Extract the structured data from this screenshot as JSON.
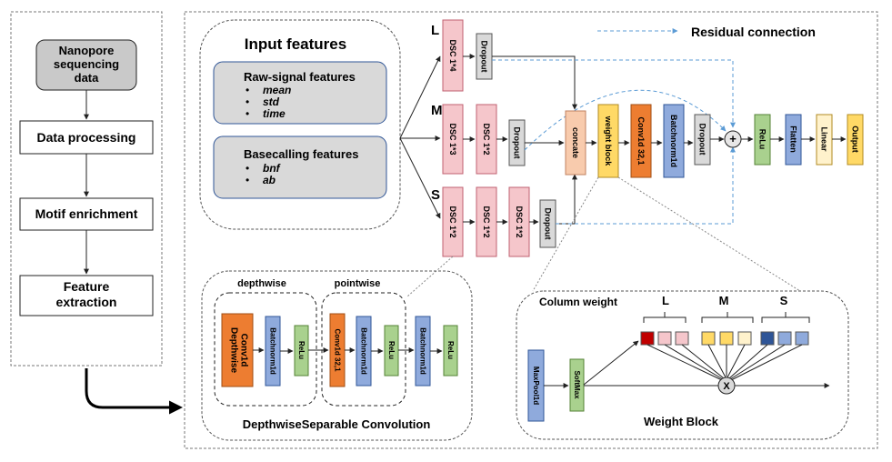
{
  "pipeline": {
    "nanopore": [
      "Nanopore",
      "sequencing",
      "data"
    ],
    "processing": "Data processing",
    "motif": "Motif enrichment",
    "feature": [
      "Feature",
      "extraction"
    ]
  },
  "input": {
    "title": "Input features",
    "raw_title": "Raw-signal features",
    "raw_items": [
      "mean",
      "std",
      "time"
    ],
    "base_title": "Basecalling features",
    "base_items": [
      "bnf",
      "ab"
    ]
  },
  "branches": {
    "L": "L",
    "M": "M",
    "S": "S",
    "dsc14": "DSC 1*4",
    "dsc13": "DSC 1*3",
    "dsc12": "DSC 1*2",
    "dropout": "Dropout"
  },
  "main": {
    "concate": "concate",
    "weight_block": "weight block",
    "conv": "Conv1d 32,1",
    "bn": "Batchnorm1d",
    "dropout": "Dropout",
    "plus": "+",
    "relu": "ReLu",
    "flatten": "Flatten",
    "linear": "Linear",
    "output": "Output"
  },
  "legend": {
    "residual": "Residual connection"
  },
  "dsc_detail": {
    "depthwise_label": "depthwise",
    "pointwise_label": "pointwise",
    "depthwise_conv": [
      "Depthwise",
      "Conv1d"
    ],
    "bn": "Batchnorm1d",
    "relu": "ReLu",
    "conv": "Conv1d 32,1",
    "title": "DepthwiseSeparable Convolution"
  },
  "weight_detail": {
    "column_weight": "Column weight",
    "L": "L",
    "M": "M",
    "S": "S",
    "maxpool": "MaxPool1d",
    "softmax": "SoftMax",
    "mult": "X",
    "title": "Weight Block"
  },
  "colors": {
    "pink": "#f5c6cb",
    "gray": "#d9d9d9",
    "peach": "#f8cbad",
    "yellow": "#ffd966",
    "orange": "#ed7d31",
    "blue": "#8faadc",
    "green": "#a9d18e",
    "dark_red": "#c00000",
    "navy": "#2f5597",
    "cream": "#fff2cc",
    "residual": "#5b9bd5"
  }
}
